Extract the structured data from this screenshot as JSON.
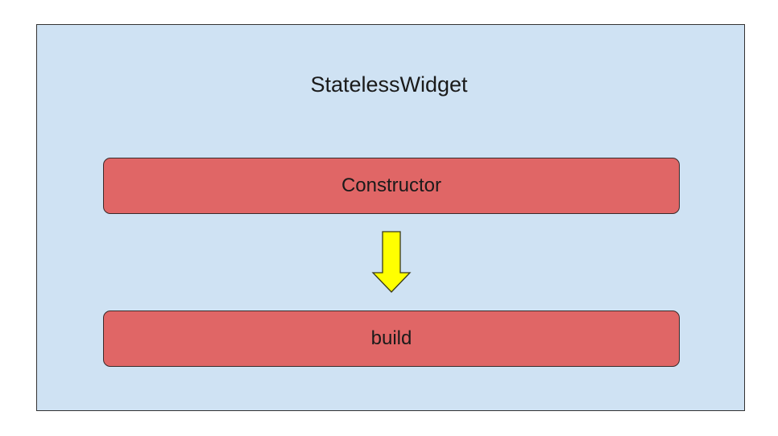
{
  "diagram": {
    "title": "StatelessWidget",
    "steps": [
      {
        "label": "Constructor"
      },
      {
        "label": "build"
      }
    ],
    "colors": {
      "container_fill": "#cfe2f3",
      "step_fill": "#e06666",
      "arrow_fill": "#ffff00"
    },
    "arrow_icon": "arrow-down-icon"
  }
}
